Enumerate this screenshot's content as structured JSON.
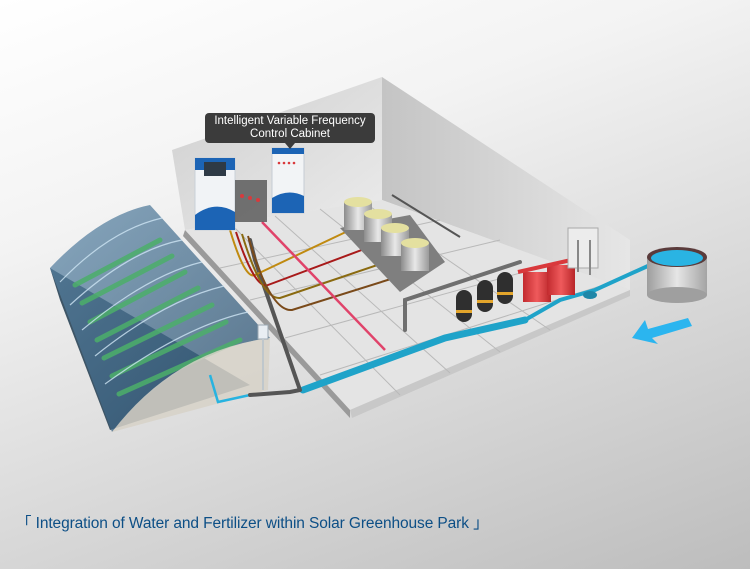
{
  "diagram": {
    "title": "Integration of Water and Fertilizer within Solar Greenhouse Park",
    "title_open_bracket": "「",
    "title_close_bracket": "」",
    "callout": {
      "line1": "Intelligent Variable Frequency",
      "line2": "Control Cabinet"
    },
    "components": [
      {
        "name": "solar-greenhouse"
      },
      {
        "name": "irrigation-fertilizer-machine"
      },
      {
        "name": "variable-frequency-control-cabinet"
      },
      {
        "name": "fertilizer-tanks",
        "count": 4
      },
      {
        "name": "sand-filters",
        "count": 3
      },
      {
        "name": "red-mixing-tanks",
        "count": 2
      },
      {
        "name": "water-pump"
      },
      {
        "name": "water-reservoir"
      },
      {
        "name": "flow-direction-arrow",
        "direction": "toward-greenhouse"
      }
    ],
    "colors": {
      "title_text": "#0d4f86",
      "callout_bg": "#3b3b3b",
      "water_pipe": "#1fa3c9",
      "arrow": "#2bb5ef",
      "red_tank": "#d9393c",
      "cabinet_blue": "#1c64b5"
    }
  }
}
